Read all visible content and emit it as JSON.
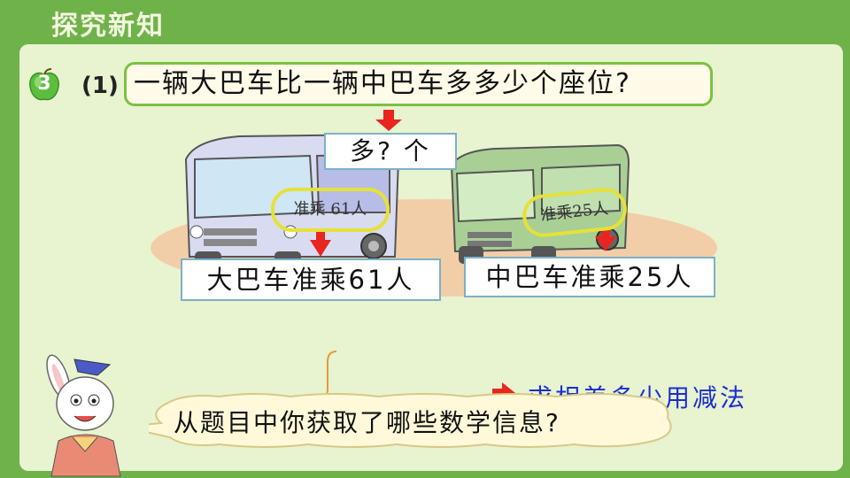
{
  "header": {
    "title": "探究新知"
  },
  "problem": {
    "badge_number": "3",
    "part": "(1)",
    "question": "一辆大巴车比一辆中巴车多多少个座位?"
  },
  "boxes": {
    "unknown": "多? 个",
    "big_bus": "大巴车准乘61人",
    "mid_bus": "中巴车准乘25人"
  },
  "bus_labels": {
    "big": "准乘 61人",
    "mid": "准乘25人"
  },
  "prompt": "从题目中你获取了哪些数学信息?",
  "method": "求相差多少用减法",
  "colors": {
    "header_bg": "#6fb24a",
    "panel_bg": "#e8f3cf",
    "question_border": "#7ac142",
    "arrow_red": "#e8251f",
    "method_blue": "#1a2fd0"
  }
}
